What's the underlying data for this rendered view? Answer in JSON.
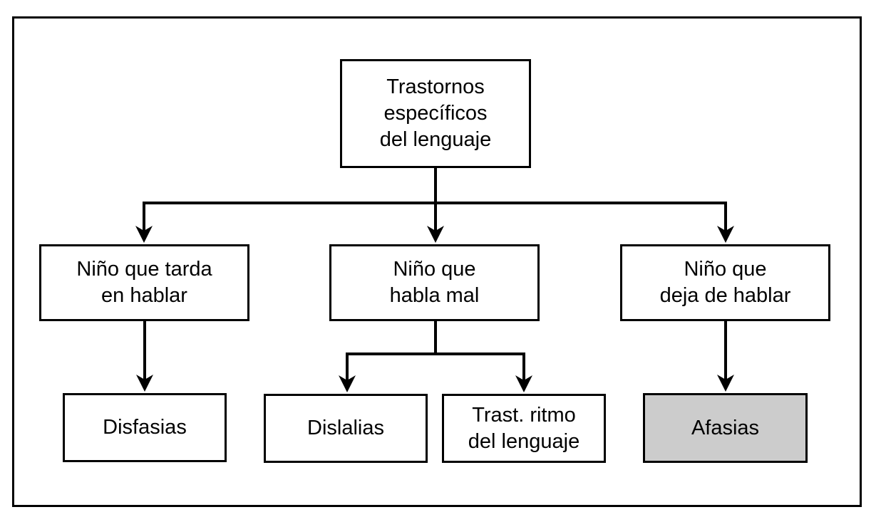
{
  "diagram": {
    "type": "flowchart",
    "language": "es",
    "nodes": {
      "root": {
        "label": "Trastornos\nespecíficos\ndel lenguaje",
        "highlighted": false
      },
      "late": {
        "label": "Niño que tarda\nen hablar",
        "highlighted": false
      },
      "bad": {
        "label": "Niño que\nhabla mal",
        "highlighted": false
      },
      "stops": {
        "label": "Niño que\ndeja de hablar",
        "highlighted": false
      },
      "disfasias": {
        "label": "Disfasias",
        "highlighted": false
      },
      "dislalias": {
        "label": "Dislalias",
        "highlighted": false
      },
      "ritmo": {
        "label": "Trast. ritmo\ndel lenguaje",
        "highlighted": false
      },
      "afasias": {
        "label": "Afasias",
        "highlighted": true
      }
    },
    "edges": [
      {
        "from": "root",
        "to": "late"
      },
      {
        "from": "root",
        "to": "bad"
      },
      {
        "from": "root",
        "to": "stops"
      },
      {
        "from": "late",
        "to": "disfasias"
      },
      {
        "from": "bad",
        "to": "dislalias"
      },
      {
        "from": "bad",
        "to": "ritmo"
      },
      {
        "from": "stops",
        "to": "afasias"
      }
    ],
    "colors": {
      "line": "#000000",
      "box_background": "#ffffff",
      "highlight_background": "#cccccc",
      "canvas_background": "#ffffff"
    }
  }
}
